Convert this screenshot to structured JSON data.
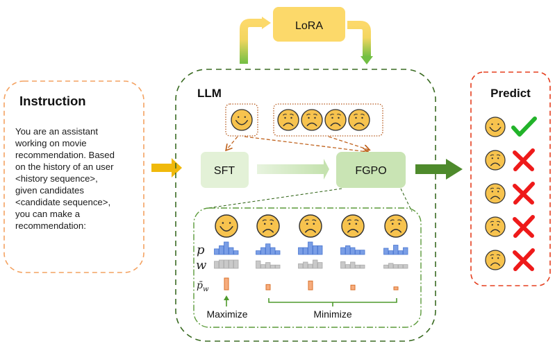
{
  "instruction": {
    "title": "Instruction",
    "lines": [
      "You are an assistant",
      "working on movie",
      "recommendation. Based",
      "on the history of an user",
      "<history sequence>,",
      "given candidates",
      "<candidate sequence>,",
      "you can make a",
      "recommendation:"
    ]
  },
  "lora": {
    "label": "LoRA"
  },
  "llm": {
    "label": "LLM",
    "positive_samples": [
      "smile-face"
    ],
    "negative_samples": [
      "sad-face",
      "sad-face",
      "sad-face",
      "sad-face"
    ],
    "sft_label": "SFT",
    "fgpo_label": "FGPO"
  },
  "detail": {
    "row_labels": {
      "p": "p",
      "w": "w",
      "pw_bar": "p̄",
      "pw_sub": "w"
    },
    "items": [
      {
        "face": "smile",
        "p": [
          0.45,
          0.7,
          1.0,
          0.55,
          0.3
        ],
        "w": [
          0.85,
          1.0,
          1.0,
          1.0,
          1.0
        ],
        "pw": 1.0
      },
      {
        "face": "sad",
        "p": [
          0.3,
          0.55,
          0.85,
          0.55,
          0.3
        ],
        "w": [
          0.9,
          0.45,
          0.7,
          0.4,
          0.4
        ],
        "pw": 0.45
      },
      {
        "face": "sad",
        "p": [
          0.55,
          0.55,
          1.0,
          0.7,
          0.7
        ],
        "w": [
          0.55,
          0.75,
          0.5,
          1.0,
          0.7
        ],
        "pw": 0.75
      },
      {
        "face": "sad",
        "p": [
          0.55,
          0.7,
          0.55,
          0.35,
          0.35
        ],
        "w": [
          0.8,
          0.45,
          0.75,
          0.4,
          0.4
        ],
        "pw": 0.4
      },
      {
        "face": "sad",
        "p": [
          0.5,
          0.3,
          0.75,
          0.3,
          0.55
        ],
        "w": [
          0.4,
          0.6,
          0.45,
          0.45,
          0.45
        ],
        "pw": 0.25
      }
    ],
    "maximize_label": "Maximize",
    "minimize_label": "Minimize"
  },
  "predict": {
    "title": "Predict",
    "rows": [
      {
        "face": "smile",
        "mark": "check"
      },
      {
        "face": "sad",
        "mark": "cross"
      },
      {
        "face": "sad",
        "mark": "cross"
      },
      {
        "face": "sad",
        "mark": "cross"
      },
      {
        "face": "sad",
        "mark": "cross"
      }
    ]
  },
  "colors": {
    "instruction_border": "#f4a261",
    "llm_border": "#3a6b22",
    "predict_border": "#e53e1e",
    "lora_fill": "#fcd96a",
    "sft_fill": "#e3f1d7",
    "fgpo_fill": "#c9e4b4",
    "input_arrow": "#f0b90b",
    "output_arrow": "#4e8a2c",
    "face_fill": "#f7c34e",
    "p_bar": "#7a9ee6",
    "w_bar": "#c9c9c9",
    "pw_bar": "#f6ac7d",
    "check": "#22b32a",
    "cross": "#ee1a1a",
    "sample_link": "#c0631e",
    "detail_border": "#5b9a3a"
  }
}
